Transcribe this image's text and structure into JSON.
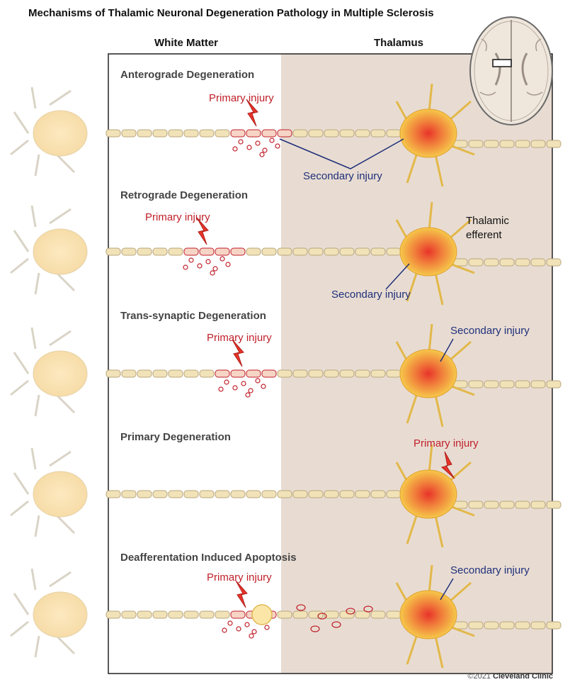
{
  "title": "Mechanisms of Thalamic Neuronal Degeneration Pathology in Multiple Sclerosis",
  "columns": {
    "left": "White Matter",
    "right": "Thalamus"
  },
  "panels": [
    {
      "label": "Anterograde Degeneration",
      "primary": "Primary injury",
      "secondary": "Secondary injury"
    },
    {
      "label": "Retrograde Degeneration",
      "primary": "Primary injury",
      "secondary": "Secondary injury",
      "extra": "Thalamic efferent"
    },
    {
      "label": "Trans-synaptic Degeneration",
      "primary": "Primary injury",
      "secondary": "Secondary injury"
    },
    {
      "label": "Primary Degeneration",
      "primary": "Primary injury"
    },
    {
      "label": "Deafferentation Induced Apoptosis",
      "primary": "Primary injury",
      "secondary": "Secondary injury"
    }
  ],
  "credit": {
    "year": "©2021",
    "org": "Cleveland Clinic"
  },
  "colors": {
    "primary_text": "#c0202a",
    "secondary_text": "#1f2f7a",
    "thalamus_bg": "#e8dcd2",
    "axon": "#f1e2b8",
    "neuron": "#f4c84a",
    "lesion": "#e8442c"
  }
}
